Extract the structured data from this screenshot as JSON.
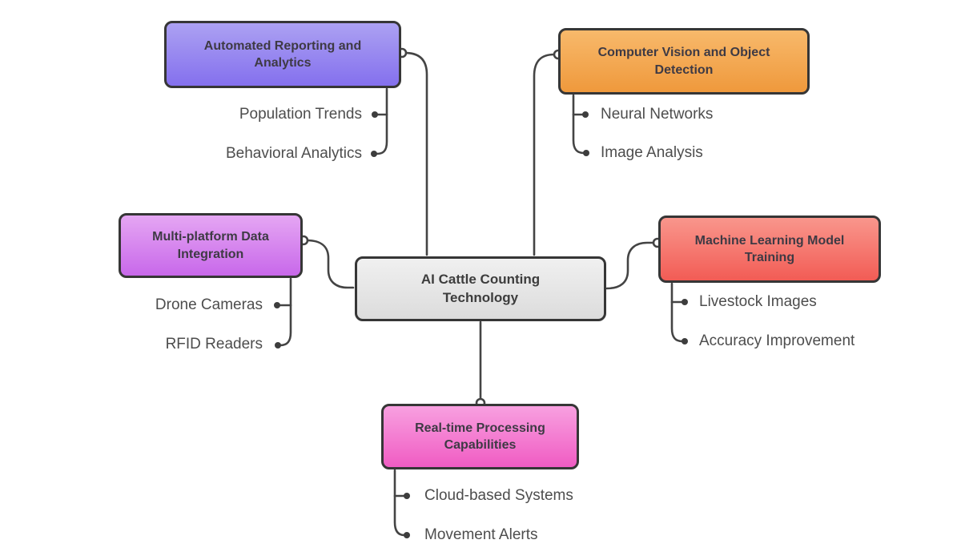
{
  "root": {
    "label": "AI Cattle Counting Technology",
    "colors": {
      "top": "#f0f0f0",
      "bottom": "#dcdcdc"
    }
  },
  "branches": [
    {
      "label": "Automated Reporting and Analytics",
      "colors": {
        "top": "#aca1f2",
        "bottom": "#8470ee"
      },
      "children": [
        "Population Trends",
        "Behavioral Analytics"
      ]
    },
    {
      "label": "Computer Vision and Object Detection",
      "colors": {
        "top": "#f8b96b",
        "bottom": "#ef993c"
      },
      "children": [
        "Neural Networks",
        "Image Analysis"
      ]
    },
    {
      "label": "Multi-platform Data Integration",
      "colors": {
        "top": "#e5a6f3",
        "bottom": "#c868ea"
      },
      "children": [
        "Drone Cameras",
        "RFID Readers"
      ]
    },
    {
      "label": "Machine Learning Model Training",
      "colors": {
        "top": "#f9968c",
        "bottom": "#f25c55"
      },
      "children": [
        "Livestock Images",
        "Accuracy Improvement"
      ]
    },
    {
      "label": "Real-time Processing Capabilities",
      "colors": {
        "top": "#f8a0e0",
        "bottom": "#f05cc3"
      },
      "children": [
        "Cloud-based Systems",
        "Movement Alerts"
      ]
    }
  ],
  "style": {
    "background": "#ffffff",
    "edge_color": "#444444",
    "dot_color": "#3d3d3d",
    "node_border_color": "#363636",
    "node_text_color": "#3e3a44",
    "child_text_color": "#4d4d4d"
  }
}
